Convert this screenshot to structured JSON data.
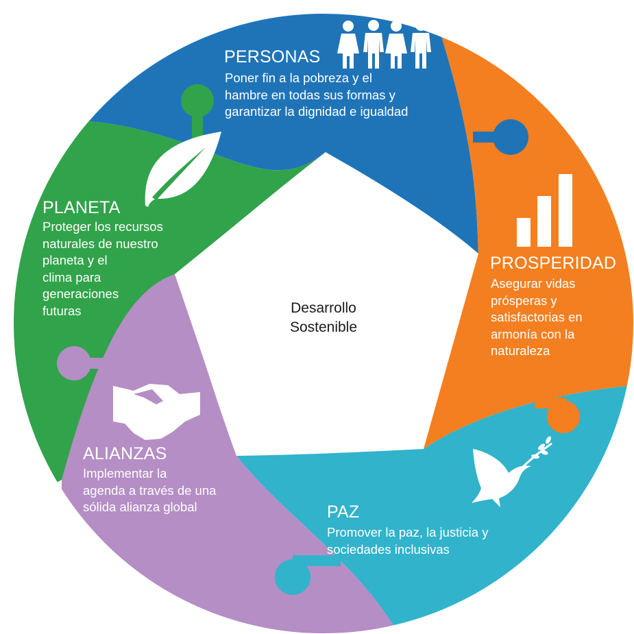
{
  "center": {
    "line1": "Desarrollo",
    "line2": "Sostenible"
  },
  "colors": {
    "personas": "#1f74b8",
    "prosperidad": "#f47f20",
    "paz": "#31b3cb",
    "alianzas": "#b48ec4",
    "planeta": "#31a34a",
    "center": "#ffffff"
  },
  "sections": {
    "personas": {
      "title": "PERSONAS",
      "lines": [
        "Poner fin a la pobreza y el",
        "hambre en todas sus formas y",
        "garantizar la dignidad e igualdad"
      ],
      "icon": "people-icon"
    },
    "prosperidad": {
      "title": "PROSPERIDAD",
      "lines": [
        "Asegurar vidas",
        "prósperas y",
        "satisfactorias en",
        "armonía con la",
        "naturaleza"
      ],
      "icon": "bar-chart-icon"
    },
    "paz": {
      "title": "PAZ",
      "lines": [
        "Promover la paz, la justicia y",
        "sociedades inclusivas"
      ],
      "icon": "dove-icon"
    },
    "alianzas": {
      "title": "ALIANZAS",
      "lines": [
        "Implementar la",
        "agenda a través de una",
        "sólida alianza global"
      ],
      "icon": "handshake-icon"
    },
    "planeta": {
      "title": "PLANETA",
      "lines": [
        "Proteger los recursos",
        "naturales de nuestro",
        "planeta y el",
        "clima para",
        "generaciones",
        "futuras"
      ],
      "icon": "leaf-icon"
    }
  }
}
